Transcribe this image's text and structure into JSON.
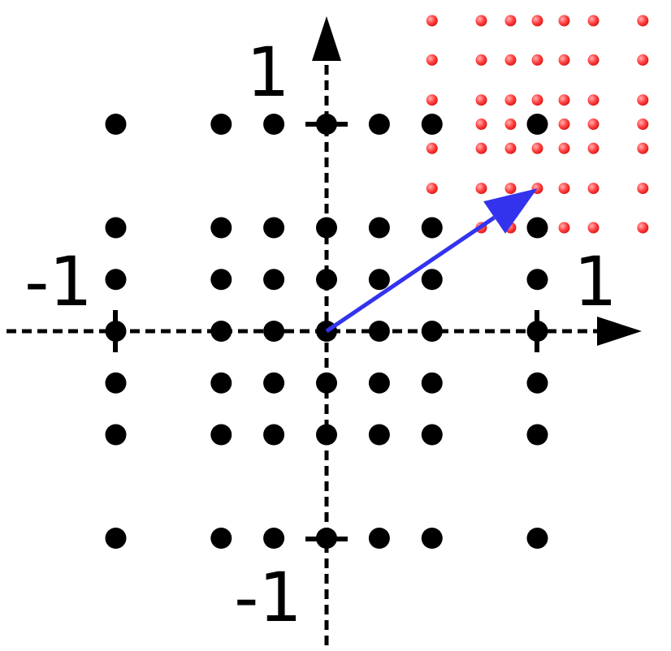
{
  "labels": {
    "x_positive": "1",
    "x_negative": "-1",
    "y_positive": "1",
    "y_negative": "-1"
  },
  "colors": {
    "black_points": "#000000",
    "red_points": "#ff3333",
    "vector": "#3333ee",
    "axes": "#000000"
  },
  "diagram": {
    "black_x_values": [
      -1,
      -0.5,
      -0.25,
      0,
      0.25,
      0.5,
      1
    ],
    "black_y_values": [
      1,
      0.5,
      0.25,
      0,
      -0.25,
      -0.5,
      -1
    ],
    "red_x_values": [
      0.5,
      0.734,
      0.873,
      1,
      1.127,
      1.266,
      1.5
    ],
    "red_y_values": [
      1.5,
      1.31,
      1.117,
      1,
      0.883,
      0.69,
      0.5
    ],
    "vector_from": [
      0,
      0
    ],
    "vector_to": [
      1,
      0.69
    ]
  }
}
